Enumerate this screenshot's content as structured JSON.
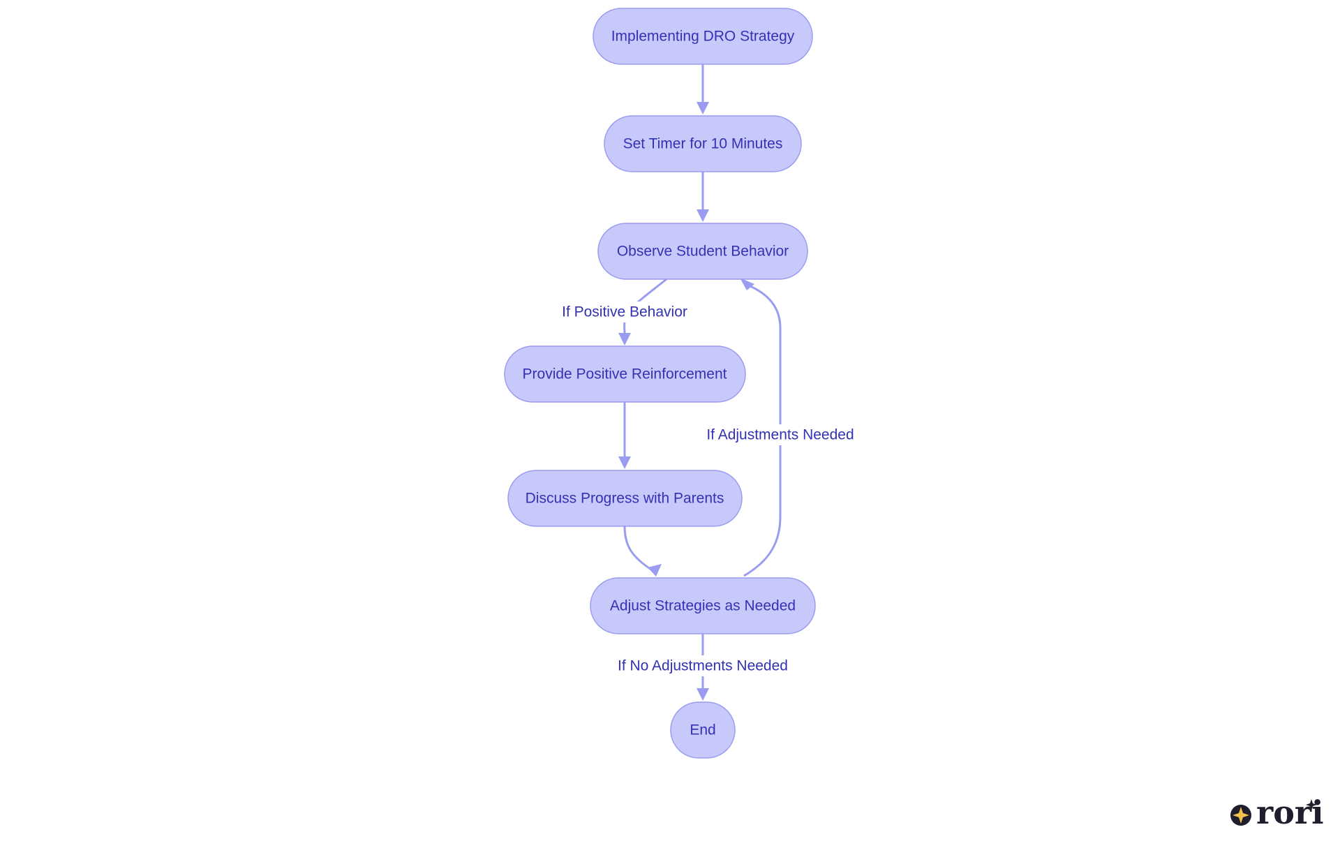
{
  "diagram": {
    "nodes": {
      "start": "Implementing DRO Strategy",
      "timer": "Set Timer for 10 Minutes",
      "observe": "Observe Student Behavior",
      "reinforce": "Provide Positive Reinforcement",
      "discuss": "Discuss Progress with Parents",
      "adjust": "Adjust Strategies as Needed",
      "end": "End"
    },
    "edges": {
      "positive": "If Positive Behavior",
      "adjustments": "If Adjustments Needed",
      "no_adjustments": "If No Adjustments Needed"
    }
  },
  "logo": {
    "text": "rori",
    "icon": "sparkle-icon"
  },
  "colors": {
    "node_fill": "#c8c9fb",
    "node_stroke": "#9a9cf0",
    "text": "#3232b4",
    "edge": "#9a9cf0",
    "logo": "#1e1e2c",
    "logo_star": "#f2c14e"
  }
}
